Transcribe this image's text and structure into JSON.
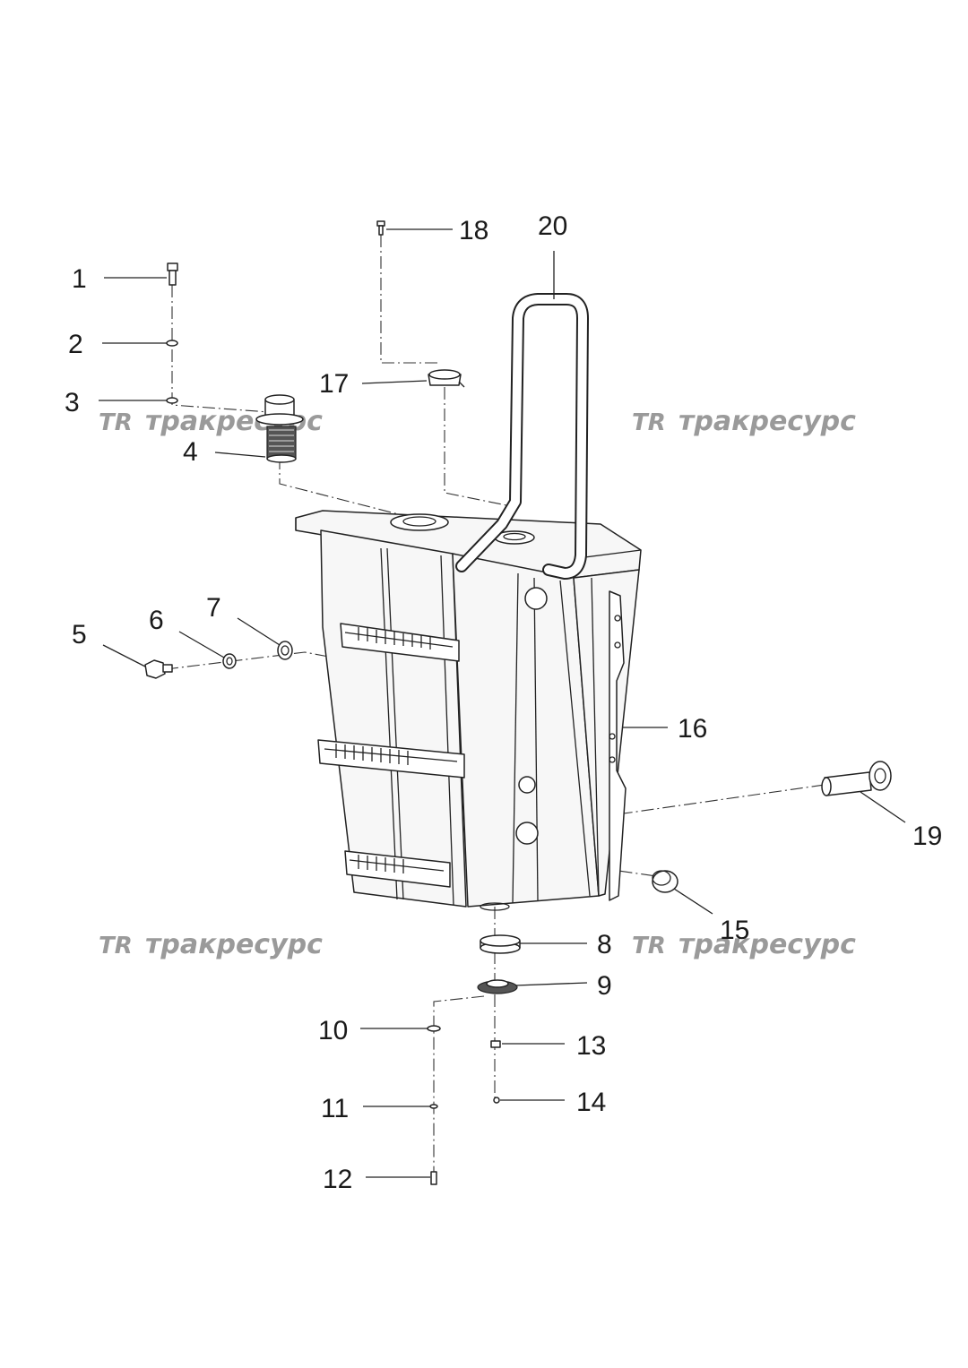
{
  "watermarks": [
    {
      "logo": "TR",
      "text": "тракресурс"
    },
    {
      "logo": "TR",
      "text": "тракресурс"
    },
    {
      "logo": "TR",
      "text": "тракресурс"
    },
    {
      "logo": "TR",
      "text": "тракресурс"
    }
  ],
  "callouts": [
    "1",
    "2",
    "3",
    "4",
    "5",
    "6",
    "7",
    "8",
    "9",
    "10",
    "11",
    "12",
    "13",
    "14",
    "15",
    "16",
    "17",
    "18",
    "19",
    "20"
  ]
}
